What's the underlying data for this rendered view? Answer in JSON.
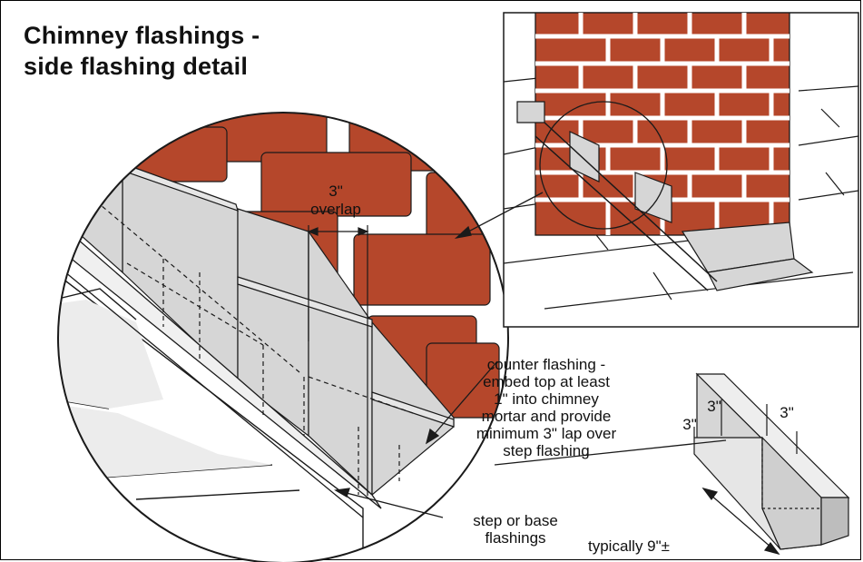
{
  "title": {
    "line1": "Chimney flashings -",
    "line2": "side flashing detail"
  },
  "labels": {
    "overlap_dim": "3\"",
    "overlap_word": "overlap",
    "counter_flashing": [
      "counter flashing -",
      "embed top at least",
      "1\" into chimney",
      "mortar and provide",
      "minimum 3\" lap over",
      "step flashing"
    ],
    "step_flashing": [
      "step or base",
      "flashings"
    ],
    "dim_left": "3\"",
    "dim_mid": "3\"",
    "dim_right": "3\"",
    "typical": "typically 9\"±"
  },
  "colors": {
    "brick": "#b5472b",
    "mortar": "#ffffff",
    "flashing": "#d6d6d6",
    "outline": "#1a1a1a"
  }
}
